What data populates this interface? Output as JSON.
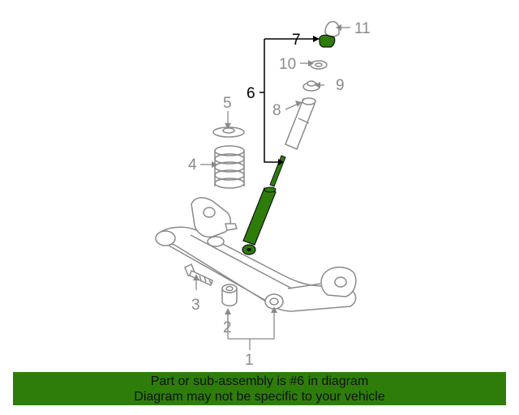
{
  "callouts": {
    "c1": "1",
    "c2": "2",
    "c3": "3",
    "c4": "4",
    "c5": "5",
    "c6": "6",
    "c7": "7",
    "c8": "8",
    "c9": "9",
    "c10": "10",
    "c11": "11"
  },
  "banner": {
    "line1": "Part or sub-assembly is #6 in diagram",
    "line2": "Diagram may not be specific to your vehicle"
  },
  "colors": {
    "highlight": "#2e7d0a",
    "line_art": "#8a8a8a",
    "callout_active": "#000000"
  }
}
